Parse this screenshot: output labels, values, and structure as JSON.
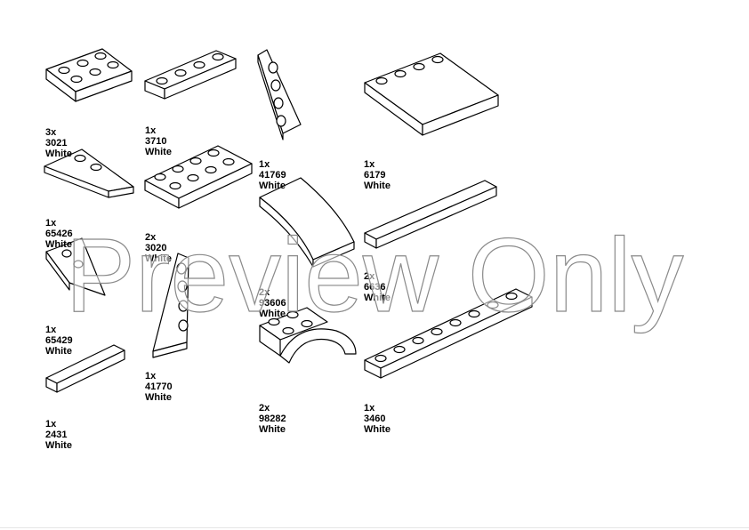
{
  "watermark": "Preview Only",
  "parts": [
    {
      "id": "p3021",
      "qty": "3x",
      "number": "3021",
      "color": "White"
    },
    {
      "id": "p3710",
      "qty": "1x",
      "number": "3710",
      "color": "White"
    },
    {
      "id": "p41769",
      "qty": "1x",
      "number": "41769",
      "color": "White"
    },
    {
      "id": "p6179",
      "qty": "1x",
      "number": "6179",
      "color": "White"
    },
    {
      "id": "p65426",
      "qty": "1x",
      "number": "65426",
      "color": "White"
    },
    {
      "id": "p3020",
      "qty": "2x",
      "number": "3020",
      "color": "White"
    },
    {
      "id": "p93606",
      "qty": "2x",
      "number": "93606",
      "color": "White"
    },
    {
      "id": "p6636",
      "qty": "2x",
      "number": "6636",
      "color": "White"
    },
    {
      "id": "p65429",
      "qty": "1x",
      "number": "65429",
      "color": "White"
    },
    {
      "id": "p41770",
      "qty": "1x",
      "number": "41770",
      "color": "White"
    },
    {
      "id": "p98282",
      "qty": "2x",
      "number": "98282",
      "color": "White"
    },
    {
      "id": "p3460",
      "qty": "1x",
      "number": "3460",
      "color": "White"
    },
    {
      "id": "p2431",
      "qty": "1x",
      "number": "2431",
      "color": "White"
    }
  ]
}
